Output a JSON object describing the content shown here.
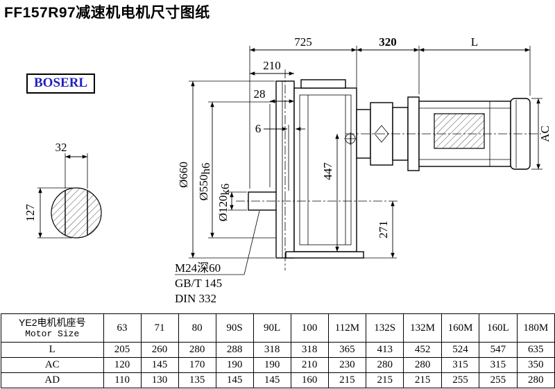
{
  "page": {
    "title": "FF157R97减速机电机尺寸图纸",
    "brand": "BOSERL"
  },
  "drawing": {
    "dims": {
      "top_725": "725",
      "top_320": "320",
      "top_L": "L",
      "d210": "210",
      "d28": "28",
      "d6": "6",
      "d32": "32",
      "d127": "127",
      "dia660": "Ø660",
      "dia550": "Ø550",
      "dia550_tol": "h6",
      "dia120": "Ø120",
      "dia120_tol": "k6",
      "d447": "447",
      "d271": "271",
      "ac": "AC"
    },
    "notes": [
      "M24深60",
      "GB/T 145",
      "DIN 332"
    ]
  },
  "table": {
    "header_cn": "YE2电机机座号",
    "header_en": "Motor Size",
    "columns": [
      "63",
      "71",
      "80",
      "90S",
      "90L",
      "100",
      "112M",
      "132S",
      "132M",
      "160M",
      "160L",
      "180M"
    ],
    "rows": [
      {
        "label": "L",
        "values": [
          205,
          260,
          280,
          288,
          318,
          318,
          365,
          413,
          452,
          524,
          547,
          635
        ]
      },
      {
        "label": "AC",
        "values": [
          120,
          145,
          170,
          190,
          190,
          210,
          230,
          280,
          280,
          315,
          315,
          350
        ]
      },
      {
        "label": "AD",
        "values": [
          110,
          130,
          135,
          145,
          145,
          160,
          215,
          215,
          215,
          255,
          255,
          280
        ]
      }
    ]
  }
}
